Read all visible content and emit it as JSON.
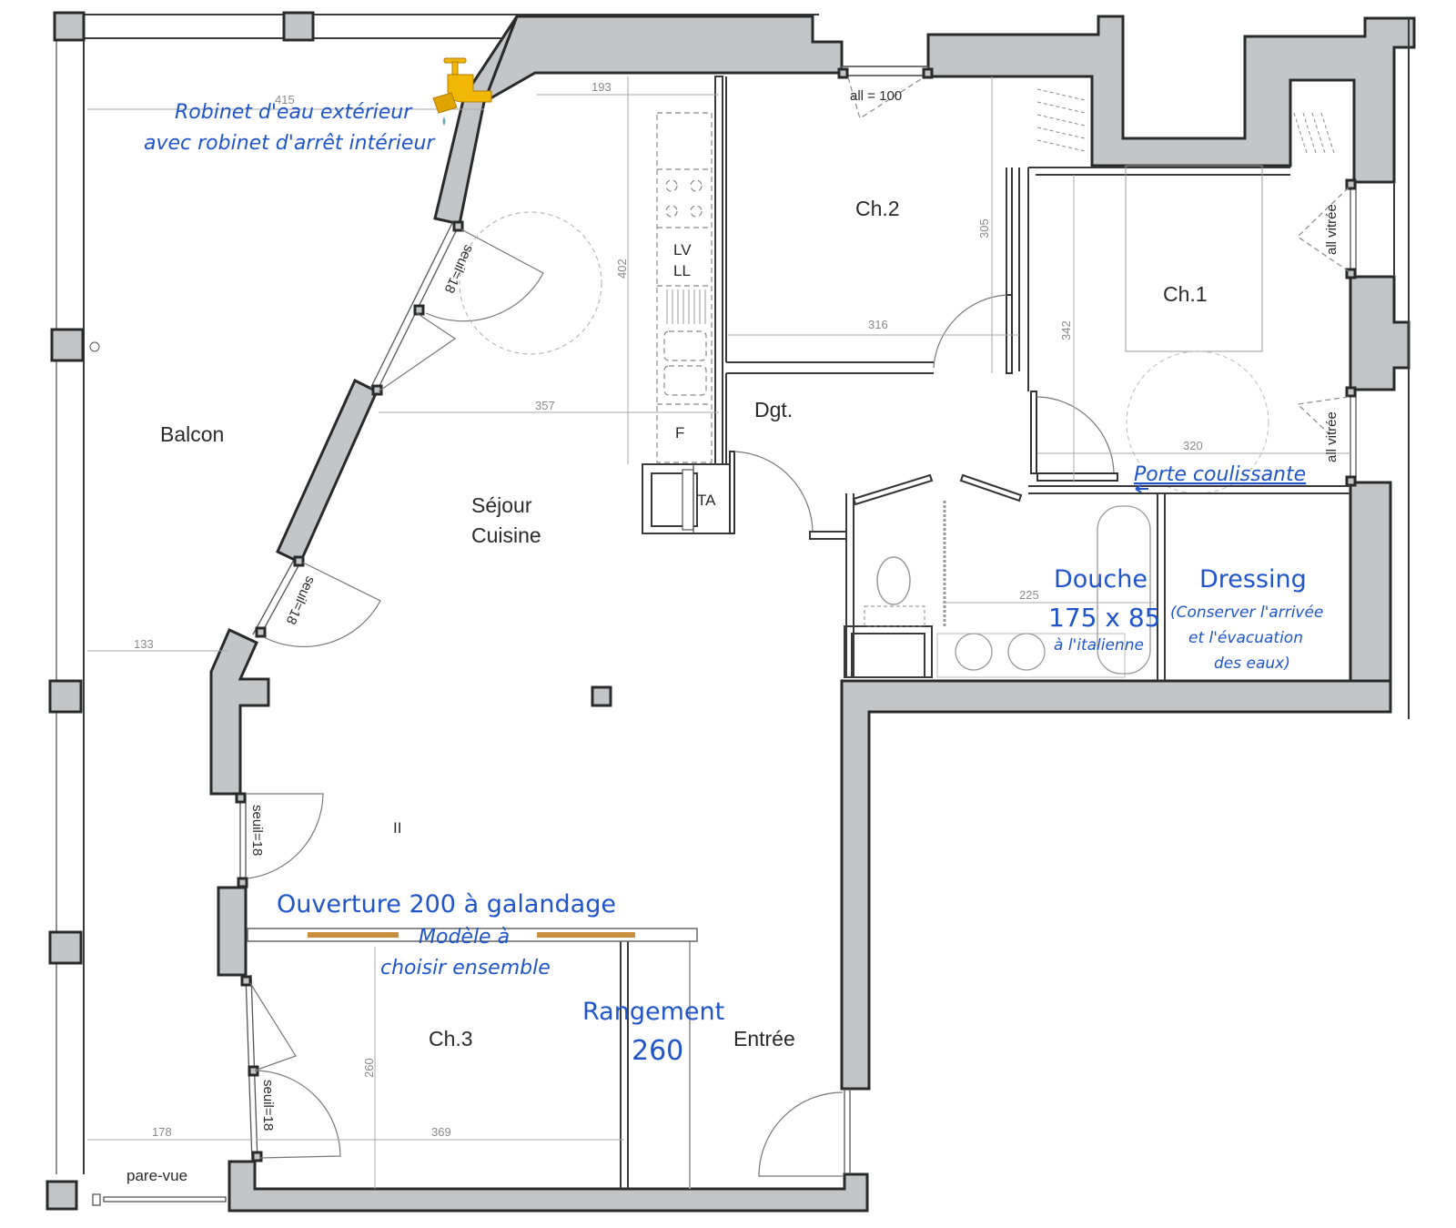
{
  "plan": {
    "title": "Plan d'appartement annoté",
    "rooms": [
      {
        "id": "balcon",
        "label": "Balcon"
      },
      {
        "id": "sejour",
        "label_line1": "Séjour",
        "label_line2": "Cuisine"
      },
      {
        "id": "ch2",
        "label": "Ch.2"
      },
      {
        "id": "ch1",
        "label": "Ch.1"
      },
      {
        "id": "ch3",
        "label": "Ch.3"
      },
      {
        "id": "dgt",
        "label": "Dgt."
      },
      {
        "id": "entree",
        "label": "Entrée"
      }
    ],
    "fixtures": {
      "kitchen_lv": "LV",
      "kitchen_ll": "LL",
      "kitchen_f": "F",
      "ta": "TA",
      "pare_vue": "pare-vue",
      "symbol_ii": "II"
    },
    "openings": {
      "all_100": "all = 100",
      "all_vitree_top": "all vitrée",
      "all_vitree_bottom": "all vitrée",
      "seuil_1": "seuil=18",
      "seuil_2": "seuil=18",
      "seuil_3": "seuil=18",
      "seuil_4": "seuil=18"
    },
    "dimensions": {
      "d415": "415",
      "d193": "193",
      "d402": "402",
      "d305": "305",
      "d316": "316",
      "d342": "342",
      "d357": "357",
      "d320": "320",
      "d133": "133",
      "d225": "225",
      "d178": "178",
      "d369": "369",
      "d260": "260"
    },
    "annotations": {
      "robinet_line1": "Robinet d'eau extérieur",
      "robinet_line2": "avec robinet d'arrêt intérieur",
      "porte_coulissante": "Porte coulissante",
      "douche_title": "Douche",
      "douche_size": "175 x 85",
      "douche_sub": "à l'italienne",
      "dressing_title": "Dressing",
      "dressing_line1": "(Conserver l'arrivée",
      "dressing_line2": "et l'évacuation",
      "dressing_line3": "des eaux)",
      "ouverture_title": "Ouverture 200 à galandage",
      "ouverture_line1": "Modèle à",
      "ouverture_line2": "choisir ensemble",
      "rangement_title": "Rangement",
      "rangement_size": "260"
    },
    "colors": {
      "wall_fill": "#c4c5c7",
      "annotation_blue": "#1f55c8",
      "door_wood": "#c98f3c",
      "faucet_yellow": "#f2b705"
    }
  }
}
